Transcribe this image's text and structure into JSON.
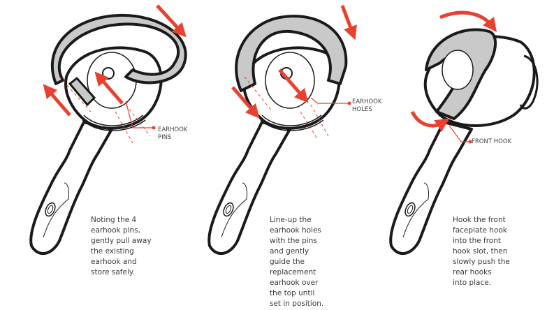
{
  "colors": {
    "accent": "#e8412f",
    "outline": "#1a1a1a",
    "earhook_fill": "#c9c9c9"
  },
  "steps": [
    {
      "text": "Noting the 4\nearhook pins,\ngently pull away\nthe existing\nearhook and\nstore safely.",
      "callout": "EARHOOK\nPINS"
    },
    {
      "text": "Line-up the\nearhook holes\nwith the pins\nand gently\nguide the\nreplacement\nearhook over\nthe top until\nset in position.",
      "callout": "EARHOOK\nHOLES"
    },
    {
      "text": "Hook the front\nfaceplate hook\ninto the front\nhook slot, then\nslowly push the\nrear hooks\ninto place.",
      "callout": "FRONT HOOK"
    }
  ]
}
